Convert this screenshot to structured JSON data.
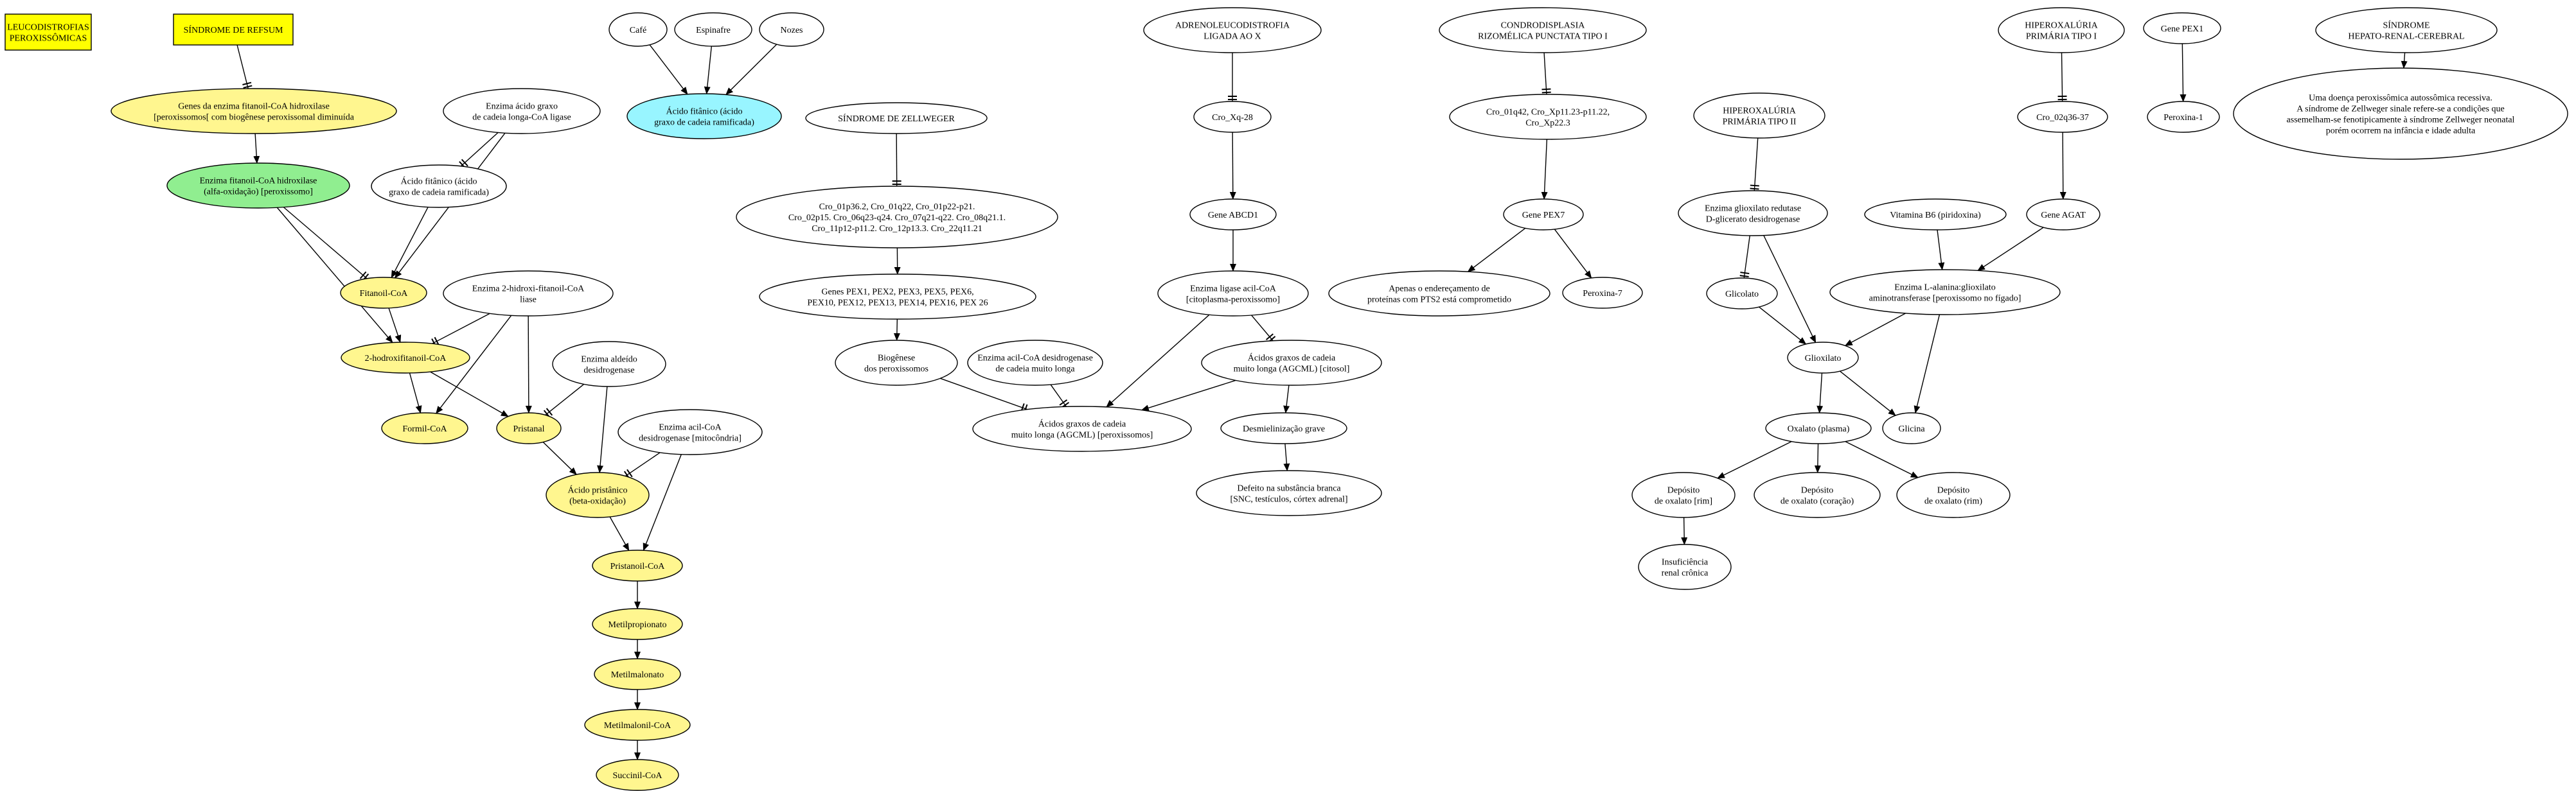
{
  "colors": {
    "yellow": "#ffff00",
    "light_yellow": "#fff68f",
    "light_green": "#90ee90",
    "cyan": "#98f5ff",
    "white": "#ffffff",
    "red_text": "#ff0000",
    "line": "#000000"
  },
  "nodes": [
    {
      "id": "leuco",
      "lines": [
        "LEUCODISTROFIAS",
        "PEROXISSÔMICAS"
      ],
      "fill": "yellow",
      "text": "red_text"
    },
    {
      "id": "refsum",
      "lines": [
        "SÍNDROME DE REFSUM"
      ],
      "fill": "yellow"
    },
    {
      "id": "genes_fitanoil",
      "lines": [
        "Genes da enzima fitanoil-CoA hidroxilase",
        "[peroxissomos[ com biogênese peroxissomal diminuída"
      ],
      "fill": "light_yellow"
    },
    {
      "id": "enz_fitanoil_hid",
      "lines": [
        "Enzima fitanoil-CoA hidroxilase",
        "(alfa-oxidação)  [peroxissomo]"
      ],
      "fill": "light_green"
    },
    {
      "id": "enz_acido_graxo",
      "lines": [
        "Enzima ácido graxo",
        "de cadeia longa-CoA ligase"
      ],
      "fill": "white"
    },
    {
      "id": "acido_fitanico",
      "lines": [
        "Ácido fitânico (ácido",
        "graxo de cadeia ramificada)"
      ],
      "fill": "white"
    },
    {
      "id": "fitanoil_coa",
      "lines": [
        "Fitanoil-CoA"
      ],
      "fill": "light_yellow"
    },
    {
      "id": "enz_hidroxi_liase",
      "lines": [
        "Enzima 2-hidroxi-fitanoil-CoA",
        "liase"
      ],
      "fill": "white"
    },
    {
      "id": "hidroxifitanoil",
      "lines": [
        "2-hodroxifitanoil-CoA"
      ],
      "fill": "light_yellow"
    },
    {
      "id": "formil",
      "lines": [
        "Formil-CoA"
      ],
      "fill": "light_yellow"
    },
    {
      "id": "pristanal",
      "lines": [
        "Pristanal"
      ],
      "fill": "light_yellow"
    },
    {
      "id": "enz_aldeido",
      "lines": [
        "Enzima aldeído",
        "desidrogenase"
      ],
      "fill": "white"
    },
    {
      "id": "enz_acil_mito",
      "lines": [
        "Enzima acil-CoA",
        "desidrogenase [mitocôndria]"
      ],
      "fill": "white"
    },
    {
      "id": "acido_pristanico",
      "lines": [
        "Ácido pristânico",
        "(beta-oxidação)"
      ],
      "fill": "light_yellow"
    },
    {
      "id": "pristanoil",
      "lines": [
        "Pristanoil-CoA"
      ],
      "fill": "light_yellow"
    },
    {
      "id": "metilpropionato",
      "lines": [
        "Metilpropionato"
      ],
      "fill": "light_yellow"
    },
    {
      "id": "metilmalonato",
      "lines": [
        "Metilmalonato"
      ],
      "fill": "light_yellow"
    },
    {
      "id": "metilmalonil",
      "lines": [
        "Metilmalonil-CoA"
      ],
      "fill": "light_yellow"
    },
    {
      "id": "succinil",
      "lines": [
        "Succinil-CoA"
      ],
      "fill": "light_yellow"
    },
    {
      "id": "cafe",
      "lines": [
        "Café"
      ],
      "fill": "white"
    },
    {
      "id": "espinafre",
      "lines": [
        "Espinafre"
      ],
      "fill": "white"
    },
    {
      "id": "nozes",
      "lines": [
        "Nozes"
      ],
      "fill": "white"
    },
    {
      "id": "acido_fitanico_food",
      "lines": [
        "Ácido fitânico  (ácido",
        "graxo de cadeia ramificada)"
      ],
      "fill": "cyan"
    },
    {
      "id": "zellweger",
      "lines": [
        "SÍNDROME DE ZELLWEGER"
      ],
      "fill": "white"
    },
    {
      "id": "cro_zell",
      "lines": [
        "Cro_01p36.2, Cro_01q22, Cro_01p22-p21.",
        "Cro_02p15. Cro_06q23-q24.  Cro_07q21-q22. Cro_08q21.1.",
        "Cro_11p12-p11.2. Cro_12p13.3. Cro_22q11.21"
      ],
      "fill": "white"
    },
    {
      "id": "genes_pex",
      "lines": [
        "Genes PEX1, PEX2, PEX3, PEX5, PEX6,",
        "PEX10, PEX12, PEX13, PEX14, PEX16, PEX 26"
      ],
      "fill": "white"
    },
    {
      "id": "biogenese",
      "lines": [
        "Biogênese",
        "dos peroxissomos"
      ],
      "fill": "white"
    },
    {
      "id": "enz_acil_muito",
      "lines": [
        "Enzima acil-CoA desidrogenase",
        "de cadeia muito longa"
      ],
      "fill": "white"
    },
    {
      "id": "agcml_perox",
      "lines": [
        "Ácidos graxos de cadeia",
        "muito longa (AGCML) [peroxissomos]"
      ],
      "fill": "white"
    },
    {
      "id": "adreno",
      "lines": [
        "ADRENOLEUCODISTROFIA",
        "LIGADA AO X"
      ],
      "fill": "white"
    },
    {
      "id": "cro_xq28",
      "lines": [
        "Cro_Xq-28"
      ],
      "fill": "white"
    },
    {
      "id": "gene_abcd1",
      "lines": [
        "Gene ABCD1"
      ],
      "fill": "white"
    },
    {
      "id": "enz_ligase",
      "lines": [
        "Enzima ligase acil-CoA",
        "[citoplasma-peroxissomo]"
      ],
      "fill": "white"
    },
    {
      "id": "agcml_citosol",
      "lines": [
        "Ácidos graxos de cadeia",
        "muito longa (AGCML) [citosol]"
      ],
      "fill": "white"
    },
    {
      "id": "desmielinizacao",
      "lines": [
        "Desmielinização grave"
      ],
      "fill": "white"
    },
    {
      "id": "defeito",
      "lines": [
        "Defeito na substância branca",
        "[SNC, testículos, córtex adrenal]"
      ],
      "fill": "white"
    },
    {
      "id": "condro",
      "lines": [
        "CONDRODISPLASIA",
        "RIZOMÉLICA PUNCTATA TIPO I"
      ],
      "fill": "white"
    },
    {
      "id": "cro_condro",
      "lines": [
        "Cro_01q42, Cro_Xp11.23-p11.22,",
        "Cro_Xp22.3"
      ],
      "fill": "white"
    },
    {
      "id": "gene_pex7",
      "lines": [
        "Gene PEX7"
      ],
      "fill": "white"
    },
    {
      "id": "apenas",
      "lines": [
        "Apenas o endereçamento de",
        "proteínas com PTS2 está comprometido"
      ],
      "fill": "white"
    },
    {
      "id": "peroxina7",
      "lines": [
        "Peroxina-7"
      ],
      "fill": "white"
    },
    {
      "id": "hiper2",
      "lines": [
        "HIPEROXALÚRIA",
        "PRIMÁRIA TIPO II"
      ],
      "fill": "white"
    },
    {
      "id": "enz_glioxilato_red",
      "lines": [
        "Enzima glioxilato redutase",
        "D-glicerato desidrogenase"
      ],
      "fill": "white"
    },
    {
      "id": "glicolato",
      "lines": [
        "Glicolato"
      ],
      "fill": "white"
    },
    {
      "id": "glioxilato",
      "lines": [
        "Glioxilato"
      ],
      "fill": "white"
    },
    {
      "id": "oxalato",
      "lines": [
        "Oxalato (plasma)"
      ],
      "fill": "white"
    },
    {
      "id": "glicina",
      "lines": [
        "Glicina"
      ],
      "fill": "white"
    },
    {
      "id": "dep_rim_1",
      "lines": [
        "Depósito",
        "de oxalato [rim]"
      ],
      "fill": "white"
    },
    {
      "id": "dep_coracao",
      "lines": [
        "Depósito",
        "de oxalato (coração)"
      ],
      "fill": "white"
    },
    {
      "id": "dep_rim_2",
      "lines": [
        "Depósito",
        "de oxalato (rim)"
      ],
      "fill": "white"
    },
    {
      "id": "insuficiencia",
      "lines": [
        "Insuficiência",
        "renal crônica"
      ],
      "fill": "white"
    },
    {
      "id": "vitamina_b6",
      "lines": [
        "Vitamina B6 (piridoxina)"
      ],
      "fill": "white"
    },
    {
      "id": "enz_alanina",
      "lines": [
        "Enzima L-alanina:glioxilato",
        "aminotransferase [peroxissomo no fígado]"
      ],
      "fill": "white"
    },
    {
      "id": "hiper1",
      "lines": [
        "HIPEROXALÚRIA",
        "PRIMÁRIA TIPO I"
      ],
      "fill": "white"
    },
    {
      "id": "cro_02q",
      "lines": [
        "Cro_02q36-37"
      ],
      "fill": "white"
    },
    {
      "id": "gene_agat",
      "lines": [
        "Gene AGAT"
      ],
      "fill": "white"
    },
    {
      "id": "gene_pex1",
      "lines": [
        "Gene PEX1"
      ],
      "fill": "white"
    },
    {
      "id": "peroxina1",
      "lines": [
        "Peroxina-1"
      ],
      "fill": "white"
    },
    {
      "id": "hepato",
      "lines": [
        "SÍNDROME",
        "HEPATO-RENAL-CEREBRAL"
      ],
      "fill": "white"
    },
    {
      "id": "doenca",
      "lines": [
        "Uma doença peroxissômica autossômica recessiva.",
        "A síndrome de Zellweger sinale refere-se a condições que",
        "assemelham-se fenotipicamente à síndrome Zellweger neonatal",
        "porém ocorrem na infância e idade adulta"
      ],
      "fill": "white"
    }
  ],
  "edges": [
    {
      "from": "refsum",
      "to": "genes_fitanoil",
      "kind": "tee"
    },
    {
      "from": "genes_fitanoil",
      "to": "enz_fitanoil_hid",
      "kind": "arrow"
    },
    {
      "from": "enz_fitanoil_hid",
      "to": "fitanoil_coa",
      "kind": "tee"
    },
    {
      "from": "enz_fitanoil_hid",
      "to": "hidroxifitanoil",
      "kind": "arrow"
    },
    {
      "from": "enz_acido_graxo",
      "to": "acido_fitanico",
      "kind": "tee"
    },
    {
      "from": "enz_acido_graxo",
      "to": "fitanoil_coa",
      "kind": "arrow"
    },
    {
      "from": "acido_fitanico",
      "to": "fitanoil_coa",
      "kind": "arrow"
    },
    {
      "from": "fitanoil_coa",
      "to": "hidroxifitanoil",
      "kind": "arrow"
    },
    {
      "from": "enz_hidroxi_liase",
      "to": "hidroxifitanoil",
      "kind": "tee"
    },
    {
      "from": "enz_hidroxi_liase",
      "to": "formil",
      "kind": "arrow"
    },
    {
      "from": "enz_hidroxi_liase",
      "to": "pristanal",
      "kind": "arrow"
    },
    {
      "from": "hidroxifitanoil",
      "to": "formil",
      "kind": "arrow"
    },
    {
      "from": "hidroxifitanoil",
      "to": "pristanal",
      "kind": "arrow"
    },
    {
      "from": "enz_aldeido",
      "to": "pristanal",
      "kind": "tee"
    },
    {
      "from": "enz_aldeido",
      "to": "acido_pristanico",
      "kind": "arrow"
    },
    {
      "from": "pristanal",
      "to": "acido_pristanico",
      "kind": "arrow"
    },
    {
      "from": "enz_acil_mito",
      "to": "acido_pristanico",
      "kind": "tee"
    },
    {
      "from": "enz_acil_mito",
      "to": "pristanoil",
      "kind": "arrow"
    },
    {
      "from": "acido_pristanico",
      "to": "pristanoil",
      "kind": "arrow"
    },
    {
      "from": "pristanoil",
      "to": "metilpropionato",
      "kind": "arrow"
    },
    {
      "from": "metilpropionato",
      "to": "metilmalonato",
      "kind": "arrow"
    },
    {
      "from": "metilmalonato",
      "to": "metilmalonil",
      "kind": "arrow"
    },
    {
      "from": "metilmalonil",
      "to": "succinil",
      "kind": "arrow"
    },
    {
      "from": "cafe",
      "to": "acido_fitanico_food",
      "kind": "arrow"
    },
    {
      "from": "espinafre",
      "to": "acido_fitanico_food",
      "kind": "arrow"
    },
    {
      "from": "nozes",
      "to": "acido_fitanico_food",
      "kind": "arrow"
    },
    {
      "from": "zellweger",
      "to": "cro_zell",
      "kind": "tee"
    },
    {
      "from": "cro_zell",
      "to": "genes_pex",
      "kind": "arrow"
    },
    {
      "from": "genes_pex",
      "to": "biogenese",
      "kind": "arrow"
    },
    {
      "from": "biogenese",
      "to": "agcml_perox",
      "kind": "tee"
    },
    {
      "from": "enz_acil_muito",
      "to": "agcml_perox",
      "kind": "tee"
    },
    {
      "from": "adreno",
      "to": "cro_xq28",
      "kind": "tee"
    },
    {
      "from": "cro_xq28",
      "to": "gene_abcd1",
      "kind": "arrow"
    },
    {
      "from": "gene_abcd1",
      "to": "enz_ligase",
      "kind": "arrow"
    },
    {
      "from": "enz_ligase",
      "to": "agcml_citosol",
      "kind": "tee"
    },
    {
      "from": "enz_ligase",
      "to": "agcml_perox",
      "kind": "arrow"
    },
    {
      "from": "agcml_citosol",
      "to": "agcml_perox",
      "kind": "arrow"
    },
    {
      "from": "agcml_citosol",
      "to": "desmielinizacao",
      "kind": "arrow"
    },
    {
      "from": "desmielinizacao",
      "to": "defeito",
      "kind": "arrow"
    },
    {
      "from": "condro",
      "to": "cro_condro",
      "kind": "tee"
    },
    {
      "from": "cro_condro",
      "to": "gene_pex7",
      "kind": "arrow"
    },
    {
      "from": "gene_pex7",
      "to": "apenas",
      "kind": "arrow"
    },
    {
      "from": "gene_pex7",
      "to": "peroxina7",
      "kind": "arrow"
    },
    {
      "from": "hiper2",
      "to": "enz_glioxilato_red",
      "kind": "tee"
    },
    {
      "from": "enz_glioxilato_red",
      "to": "glicolato",
      "kind": "tee"
    },
    {
      "from": "enz_glioxilato_red",
      "to": "glioxilato",
      "kind": "arrow"
    },
    {
      "from": "glicolato",
      "to": "glioxilato",
      "kind": "arrow"
    },
    {
      "from": "enz_alanina",
      "to": "glioxilato",
      "kind": "arrow"
    },
    {
      "from": "enz_alanina",
      "to": "glicina",
      "kind": "arrow"
    },
    {
      "from": "glioxilato",
      "to": "oxalato",
      "kind": "arrow"
    },
    {
      "from": "glioxilato",
      "to": "glicina",
      "kind": "arrow"
    },
    {
      "from": "oxalato",
      "to": "dep_rim_1",
      "kind": "arrow"
    },
    {
      "from": "oxalato",
      "to": "dep_coracao",
      "kind": "arrow"
    },
    {
      "from": "oxalato",
      "to": "dep_rim_2",
      "kind": "arrow"
    },
    {
      "from": "dep_rim_1",
      "to": "insuficiencia",
      "kind": "arrow"
    },
    {
      "from": "vitamina_b6",
      "to": "enz_alanina",
      "kind": "arrow"
    },
    {
      "from": "hiper1",
      "to": "cro_02q",
      "kind": "tee"
    },
    {
      "from": "cro_02q",
      "to": "gene_agat",
      "kind": "arrow"
    },
    {
      "from": "gene_agat",
      "to": "enz_alanina",
      "kind": "arrow"
    },
    {
      "from": "gene_pex1",
      "to": "peroxina1",
      "kind": "arrow"
    },
    {
      "from": "hepato",
      "to": "doenca",
      "kind": "arrow"
    }
  ]
}
